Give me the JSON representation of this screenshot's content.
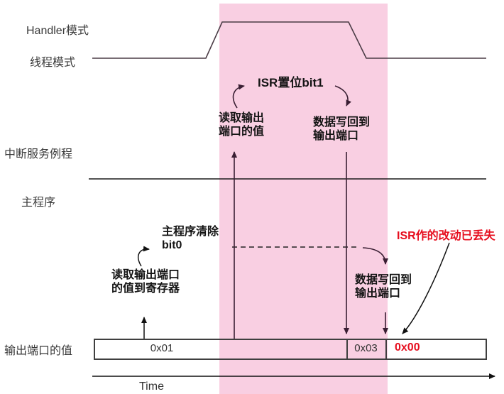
{
  "diagram": {
    "type": "timing-diagram",
    "topic": "ISR read-modify-write race condition",
    "row_labels": {
      "handler_mode": "Handler模式",
      "thread_mode": "线程模式",
      "isr": "中断服务例程",
      "main_program": "主程序",
      "output_port_value": "输出端口的值"
    },
    "annotations": {
      "isr_set_bit1": "ISR置位bit1",
      "isr_read_line1": "读取输出",
      "isr_read_line2": "端口的值",
      "isr_write_line1": "数据写回到",
      "isr_write_line2": "输出端口",
      "main_clear_line1": "主程序清除",
      "main_clear_line2": "bit0",
      "main_read_line1": "读取输出端口",
      "main_read_line2": "的值到寄存器",
      "main_write_line1": "数据写回到",
      "main_write_line2": "输出端口",
      "isr_change_lost": "ISR作的改动已丢失"
    },
    "port_values": {
      "segment1": "0x01",
      "segment2": "0x03",
      "segment3": "0x00"
    },
    "time_axis_label": "Time",
    "colors": {
      "highlight_pink": "#f9cfe2",
      "waveform_line": "#4a3b45",
      "arrow_maroon": "#3a1f33",
      "lost_red": "#e60e1e",
      "box_border": "#3f3f3f"
    }
  }
}
